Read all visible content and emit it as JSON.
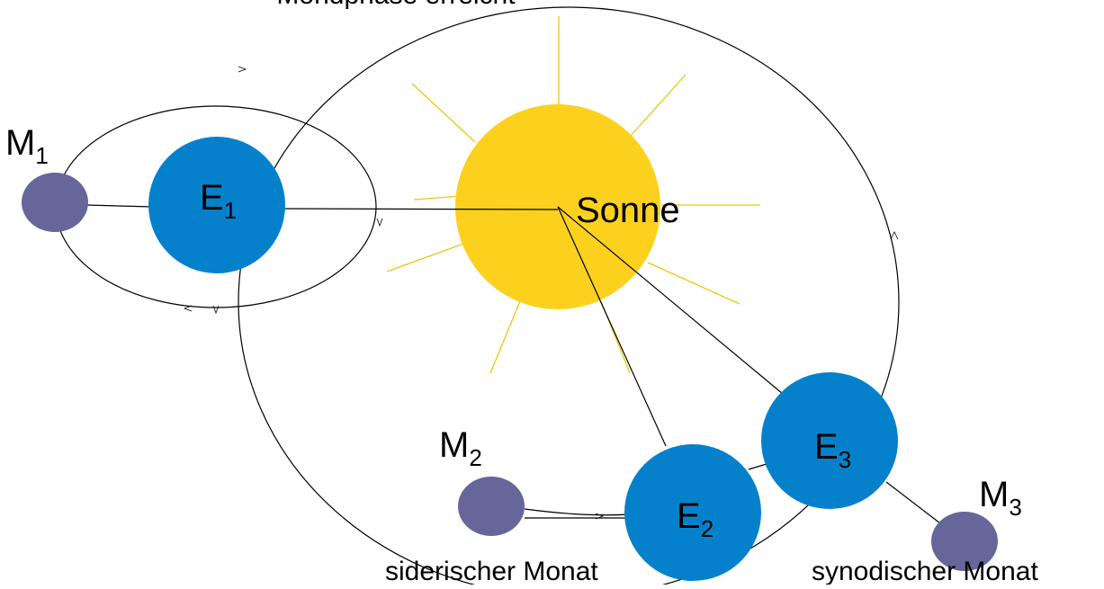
{
  "colors": {
    "sun": "#FCD11E",
    "sun_rays": "#F2C30F",
    "earth": "#0581CC",
    "moon": "#66669A",
    "lines": "#000000"
  },
  "labels": {
    "top_text": "Mondphase erreicht",
    "sun": "Sonne",
    "e1": {
      "base": "E",
      "sub": "1"
    },
    "e2": {
      "base": "E",
      "sub": "2"
    },
    "e3": {
      "base": "E",
      "sub": "3"
    },
    "m1": {
      "base": "M",
      "sub": "1"
    },
    "m2": {
      "base": "M",
      "sub": "2"
    },
    "m3": {
      "base": "M",
      "sub": "3"
    },
    "siderisch": "siderischer Monat",
    "synodisch": "synodischer Monat"
  }
}
